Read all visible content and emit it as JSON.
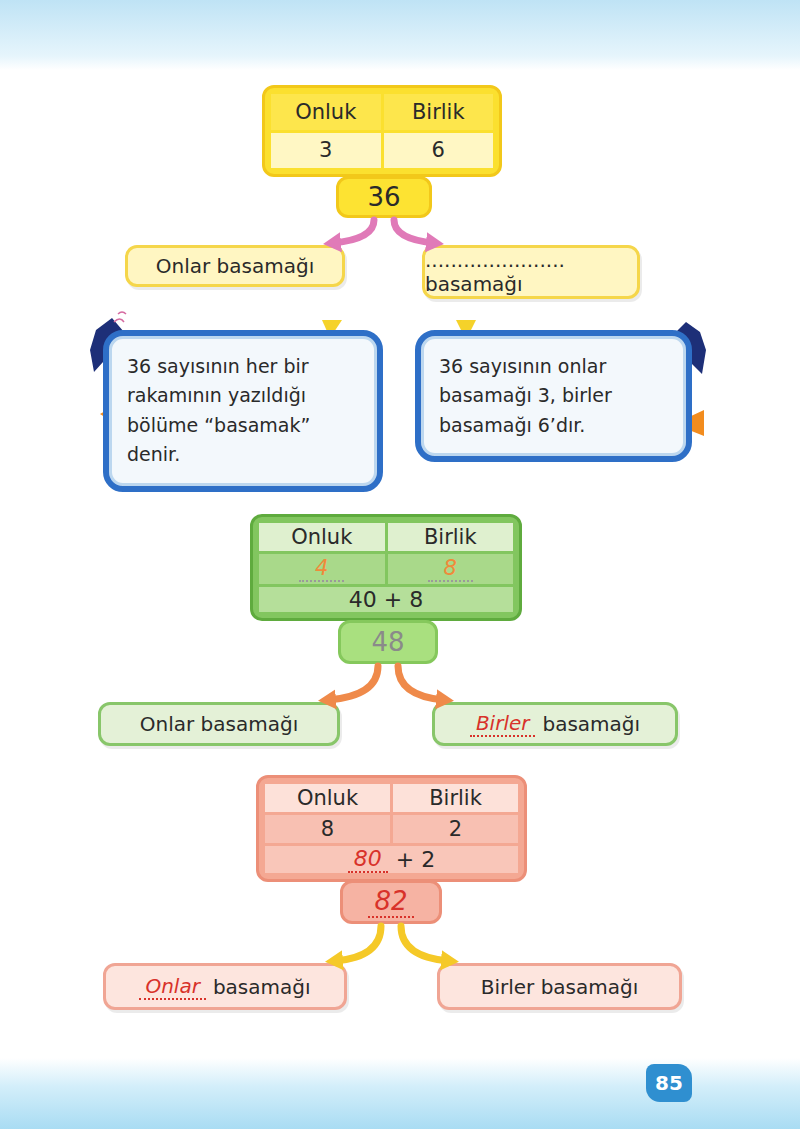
{
  "diagram": {
    "nodes": [
      {
        "text": [
          "Onluk",
          "Birlik",
          "3",
          "6"
        ]
      },
      {
        "text": [
          "36"
        ]
      },
      {
        "text": [
          "Onlar basamağı"
        ]
      },
      {
        "text": [
          "...................... basamağı"
        ]
      },
      {
        "text": [
          "36 sayısının her bir rakamının yazıldığı bölüme “basamak” denir."
        ]
      },
      {
        "text": [
          "36 sayısının onlar basamağı 3, birler basamağı 6’dır."
        ]
      },
      {
        "text": [
          "Onluk",
          "Birlik",
          "4",
          "8",
          "40 + 8"
        ]
      },
      {
        "text": [
          "48"
        ]
      },
      {
        "text": [
          "Onlar basamağı"
        ]
      },
      {
        "text": [
          "Birler",
          "basamağı"
        ]
      },
      {
        "text": [
          "Onluk",
          "Birlik",
          "8",
          "2",
          "80",
          "+ 2"
        ]
      },
      {
        "text": [
          "82"
        ]
      },
      {
        "text": [
          "Onlar",
          "basamağı"
        ]
      },
      {
        "text": [
          "Birler basamağı"
        ]
      }
    ],
    "edges": [
      {
        "from": 1,
        "to": 2,
        "arrow": "to"
      },
      {
        "from": 1,
        "to": 3,
        "arrow": "to"
      },
      {
        "from": 7,
        "to": 8,
        "arrow": "to"
      },
      {
        "from": 7,
        "to": 9,
        "arrow": "to"
      },
      {
        "from": 11,
        "to": 12,
        "arrow": "to"
      },
      {
        "from": 11,
        "to": 13,
        "arrow": "to"
      }
    ],
    "labels": [
      "85"
    ]
  }
}
